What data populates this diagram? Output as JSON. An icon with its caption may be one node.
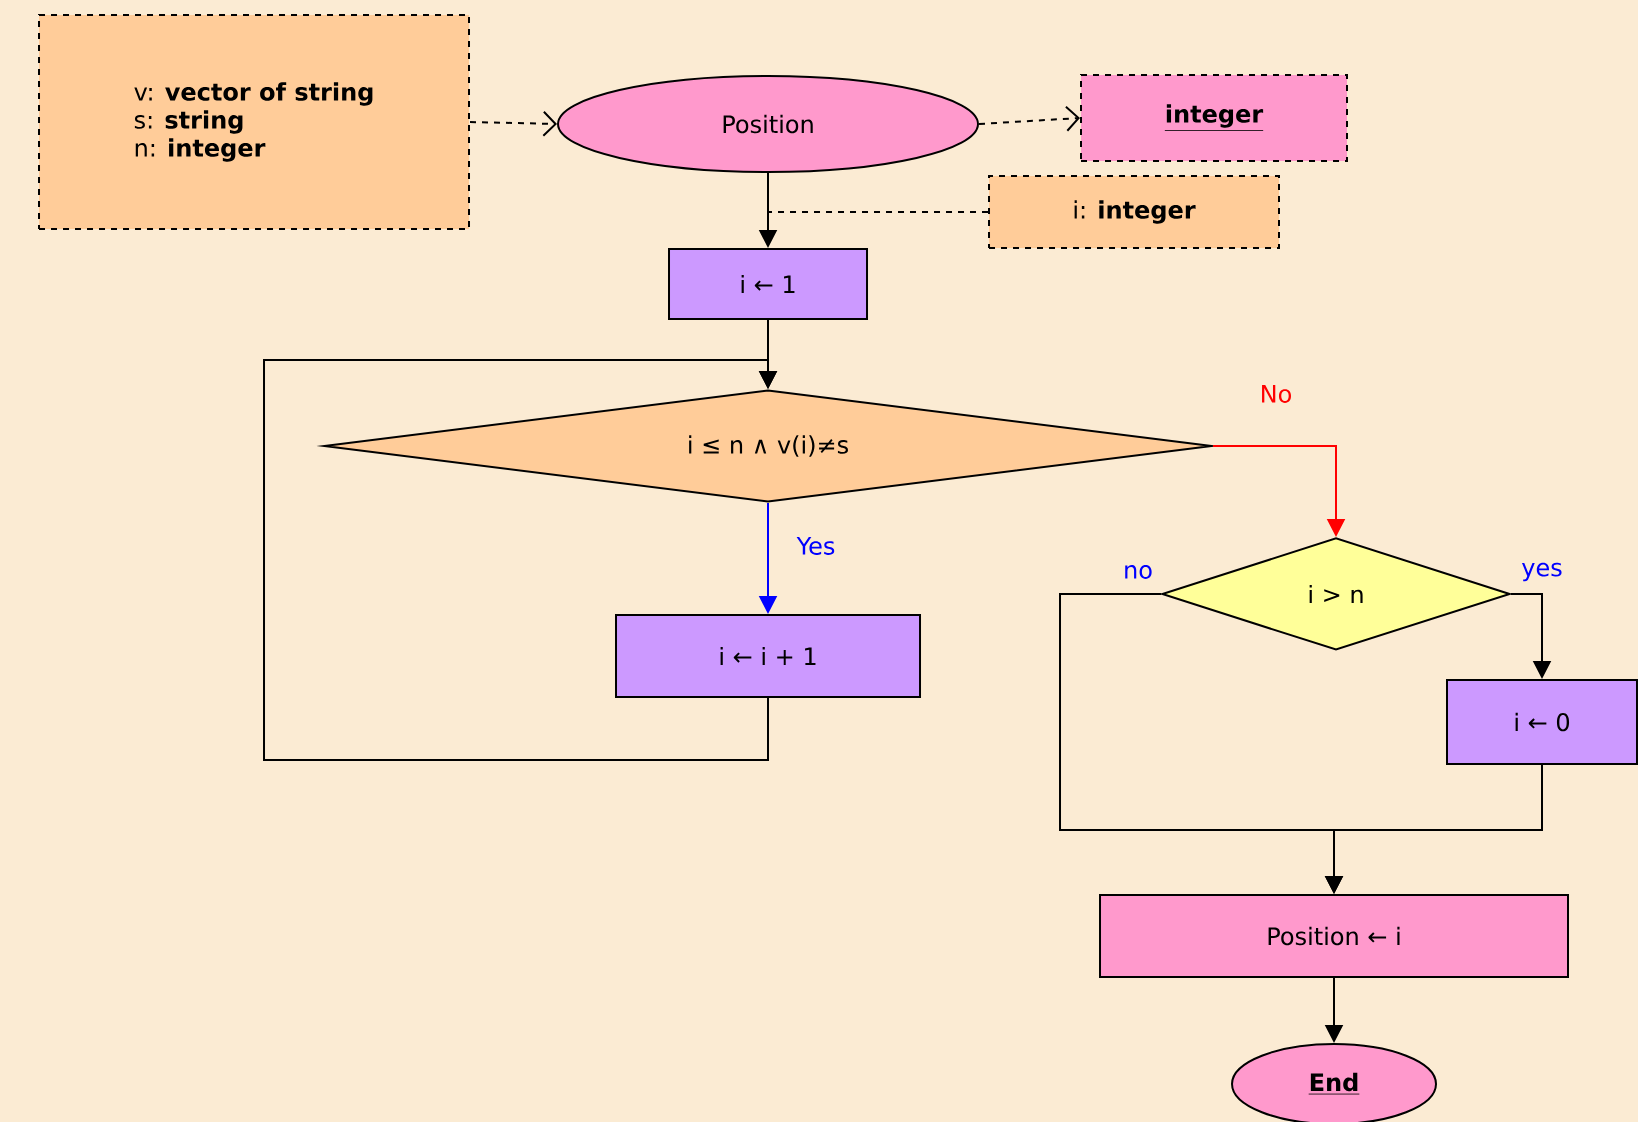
{
  "diagram": {
    "nodes": [
      {
        "text": [
          "v: **vector of string**",
          "s: **string**",
          "n: **integer**"
        ]
      },
      {
        "text": [
          "Position"
        ]
      },
      {
        "text": [
          "integer"
        ]
      },
      {
        "text": [
          "i: **integer**"
        ]
      },
      {
        "text": [
          "i ← 1"
        ]
      },
      {
        "text": [
          "i ≤ n ∧ v(i)≠s"
        ]
      },
      {
        "text": [
          "i ← i + 1"
        ]
      },
      {
        "text": [
          "i > n"
        ]
      },
      {
        "text": [
          "i ← 0"
        ]
      },
      {
        "text": [
          "Position ← i"
        ]
      },
      {
        "text": [
          "End"
        ]
      }
    ],
    "edges": [
      {
        "from": 0,
        "to": 1,
        "arrow": "to",
        "style": "dashed"
      },
      {
        "from": 1,
        "to": 2,
        "arrow": "to",
        "style": "dashed"
      },
      {
        "from": 3,
        "to": null,
        "arrow": "none",
        "style": "dashed"
      },
      {
        "from": 1,
        "to": 4,
        "arrow": "to"
      },
      {
        "from": 4,
        "to": 5,
        "arrow": "to"
      },
      {
        "from": 5,
        "to": 6,
        "arrow": "to",
        "label": "Yes",
        "color": "#0000ff"
      },
      {
        "from": 6,
        "to": 5,
        "arrow": "to"
      },
      {
        "from": 5,
        "to": 7,
        "arrow": "to",
        "label": "No",
        "color": "#ff0000"
      },
      {
        "from": 7,
        "to": 9,
        "arrow": "to",
        "label": "no"
      },
      {
        "from": 7,
        "to": 8,
        "arrow": "to",
        "label": "yes"
      },
      {
        "from": 8,
        "to": 9,
        "arrow": "to"
      },
      {
        "from": 9,
        "to": 10,
        "arrow": "to"
      }
    ]
  }
}
